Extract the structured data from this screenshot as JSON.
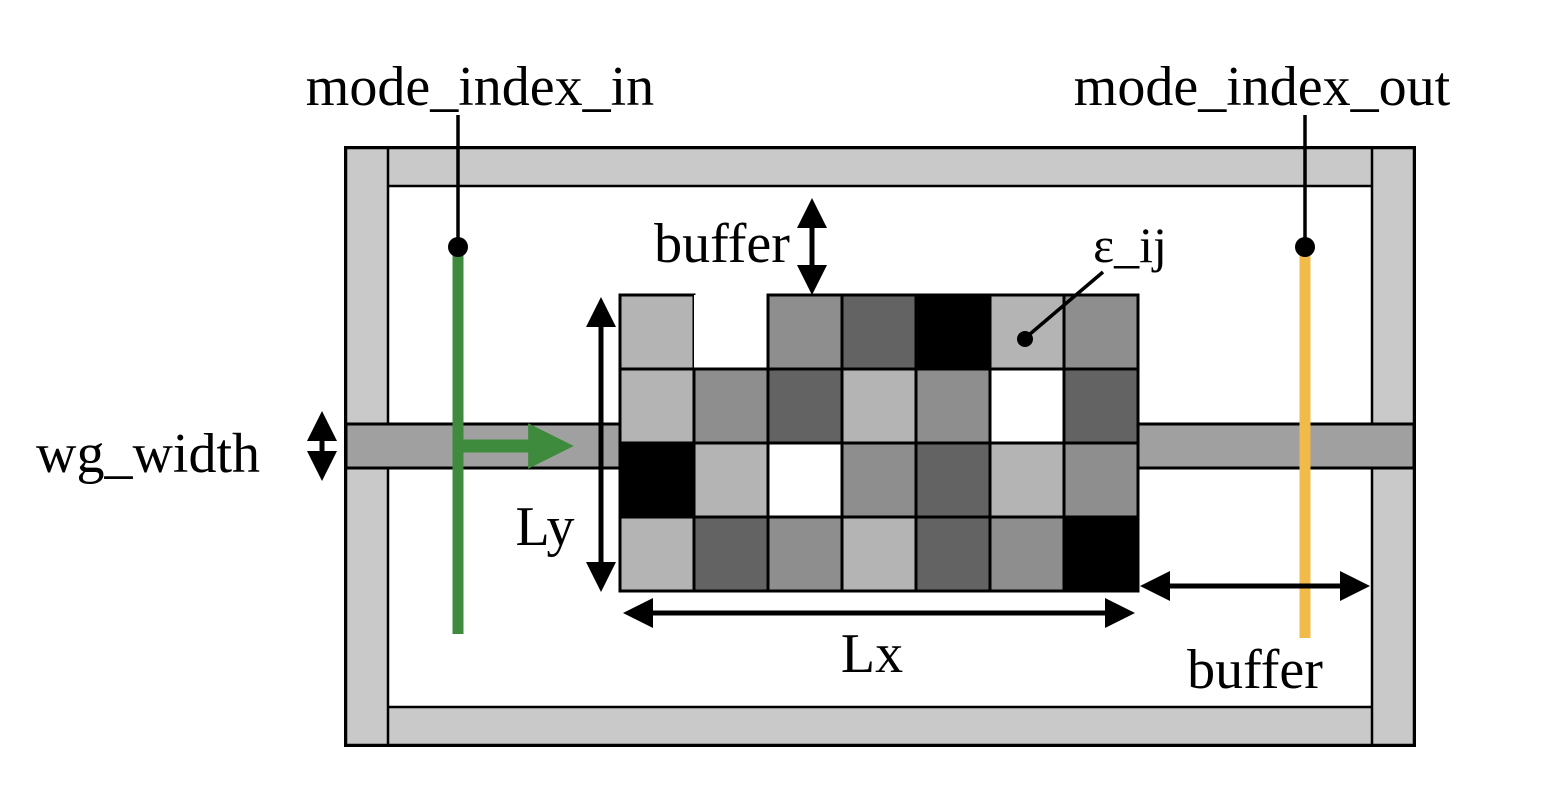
{
  "diagram": {
    "kind": "photonic-inverse-design-simulation-schematic",
    "labels": {
      "mode_index_in": "mode_index_in",
      "mode_index_out": "mode_index_out",
      "buffer_top": "buffer",
      "buffer_right": "buffer",
      "epsilon": "ε_ij",
      "wg_width": "wg_width",
      "ly": "Ly",
      "lx": "Lx"
    },
    "colors": {
      "background": "#ffffff",
      "outline": "#000000",
      "label_color": "#000000",
      "frame_fill": "#c9c9c9",
      "waveguide_fill": "#a0a0a0",
      "mode_in_line": "#3e8b3e",
      "mode_out_line": "#f1bb4a"
    },
    "design_region": {
      "rows": 4,
      "cols": 7,
      "cell_shades": [
        [
          "light",
          "none",
          "mid",
          "dark",
          "black",
          "light",
          "mid"
        ],
        [
          "light",
          "mid",
          "dark",
          "light",
          "mid",
          "white",
          "dark"
        ],
        [
          "black",
          "light",
          "white",
          "mid",
          "dark",
          "light",
          "mid"
        ],
        [
          "light",
          "dark",
          "mid",
          "light",
          "dark",
          "mid",
          "black"
        ]
      ],
      "shade_palette": {
        "none": "#ffffff",
        "white": "#ffffff",
        "light": "#b4b4b4",
        "mid": "#8e8e8e",
        "dark": "#636363",
        "black": "#000000"
      }
    }
  }
}
